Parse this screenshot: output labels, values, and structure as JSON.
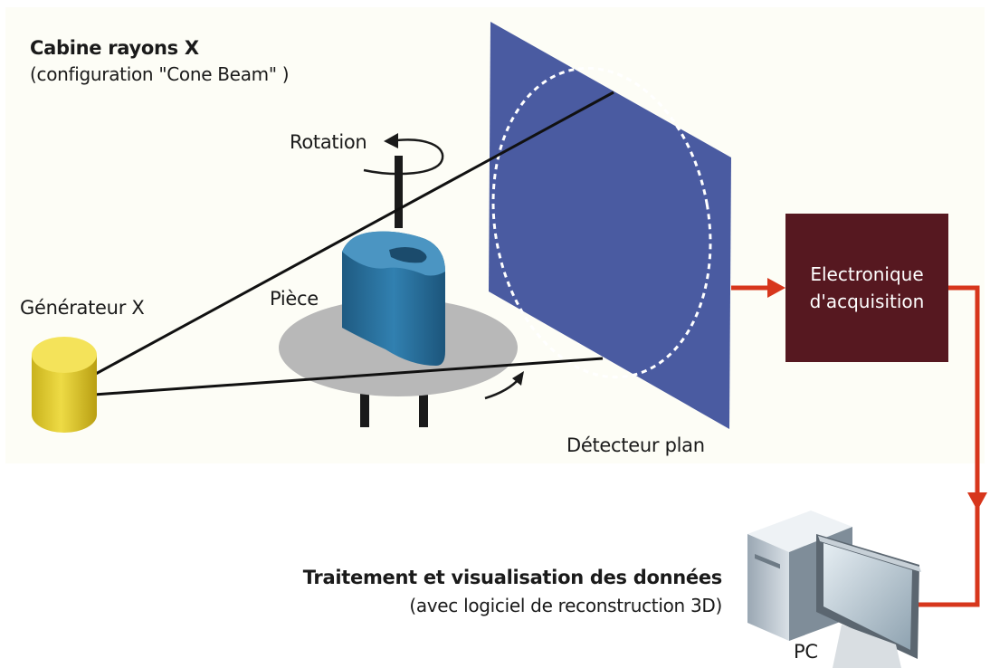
{
  "cabin": {
    "title": "Cabine rayons X",
    "subtitle": "(configuration \"Cone Beam\" )"
  },
  "labels": {
    "rotation": "Rotation",
    "generator": "Générateur X",
    "piece": "Pièce",
    "detector": "Détecteur plan",
    "pc": "PC"
  },
  "acquisition": {
    "line1": "Electronique",
    "line2": "d'acquisition"
  },
  "processing": {
    "title": "Traitement et visualisation des données",
    "subtitle": "(avec logiciel de reconstruction 3D)"
  },
  "colors": {
    "detector": "#4a5ba1",
    "acquisition_box": "#561820",
    "signal_line": "#d7361c",
    "generator": "#e3cc2e",
    "piece": "#2b6f9a",
    "turntable": "#b8b8b8",
    "cabin_background": "#fdfdf6"
  }
}
